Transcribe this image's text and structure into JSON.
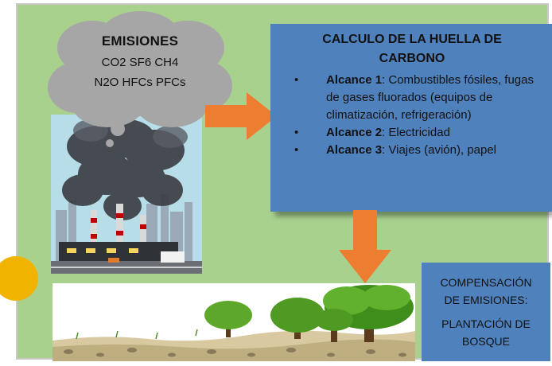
{
  "cloud": {
    "title": "EMISIONES",
    "line1": "CO2 SF6 CH4",
    "line2": "N2O HFCs PFCs"
  },
  "calc": {
    "title_line1": "CALCULO DE LA HUELLA DE",
    "title_line2": "CARBONO",
    "items": [
      {
        "bold": "Alcance 1",
        "text": ": Combustibles fósiles, fugas de gases fluorados (equipos de climatización, refrigeración)"
      },
      {
        "bold": "Alcance 2",
        "text": ": Electricidad"
      },
      {
        "bold": "Alcance 3",
        "text": ": Viajes (avión), papel"
      }
    ]
  },
  "compensation": {
    "line1": "COMPENSACIÓN",
    "line2": "DE EMISIONES:",
    "line3": "PLANTACIÓN DE",
    "line4": "BOSQUE"
  },
  "colors": {
    "background": "#a9d18e",
    "box": "#4f81bd",
    "arrow": "#ed7d31",
    "cloud": "#a6a6a6",
    "accent_circle": "#f0b400"
  }
}
